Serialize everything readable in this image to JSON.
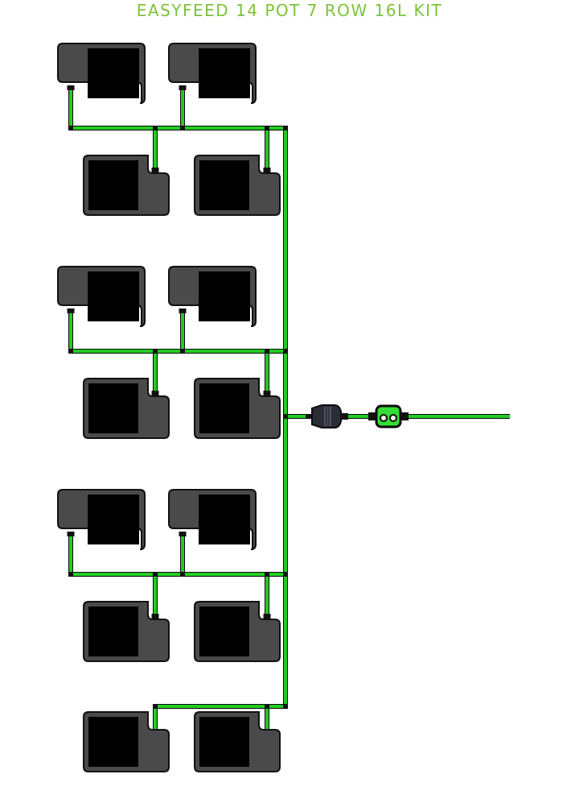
{
  "title": "EASYFEED 14 POT 7 ROW 16L KIT",
  "colors": {
    "title": "#7cc33a",
    "tube": "#22cc22",
    "tube_outline": "#0a0a0a",
    "pot_body": "#4a4a4a",
    "pot_outline": "#111111",
    "pot_opening": "#000000",
    "connector": "#111111",
    "valve_green": "#33dd33",
    "filter_body": "#2a2e34"
  },
  "kit": {
    "pot_count": 14,
    "row_count": 7,
    "pot_size": "16L"
  },
  "rows": [
    {
      "pots": 2,
      "orientation": "top"
    },
    {
      "pots": 2,
      "orientation": "bottom"
    },
    {
      "pots": 2,
      "orientation": "top"
    },
    {
      "pots": 2,
      "orientation": "bottom"
    },
    {
      "pots": 2,
      "orientation": "top"
    },
    {
      "pots": 2,
      "orientation": "bottom"
    },
    {
      "pots": 2,
      "orientation": "bottom"
    }
  ],
  "components": {
    "pot_icon": "pot-icon",
    "filter_icon": "inline-filter-icon",
    "valve_icon": "tap-valve-icon"
  }
}
